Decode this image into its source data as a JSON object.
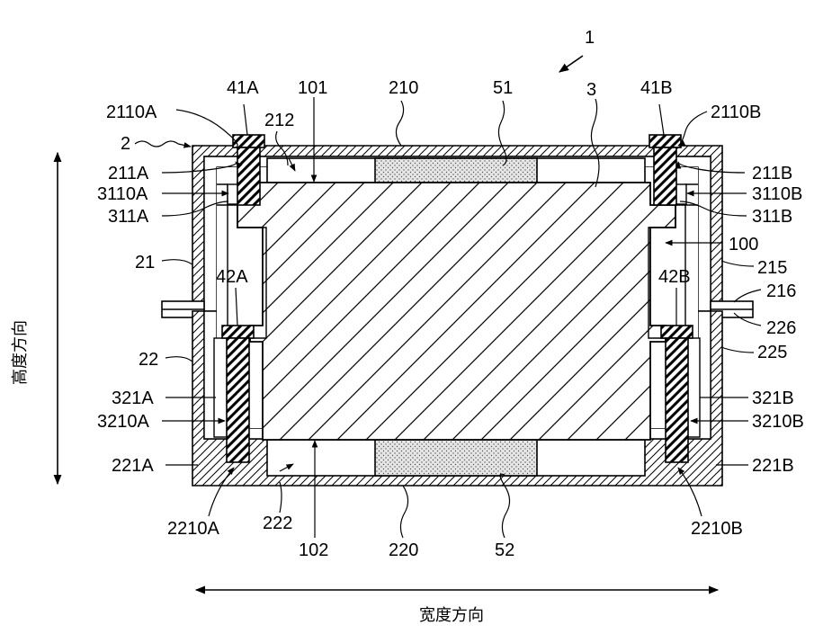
{
  "figure": {
    "labels": {
      "n1": "1",
      "n2": "2",
      "n3": "3",
      "l41A": "41A",
      "l41B": "41B",
      "l42A": "42A",
      "l42B": "42B",
      "l51": "51",
      "l52": "52",
      "l100": "100",
      "l101": "101",
      "l102": "102",
      "l21": "21",
      "l22": "22",
      "l210": "210",
      "l212": "212",
      "l215": "215",
      "l216": "216",
      "l220": "220",
      "l222": "222",
      "l225": "225",
      "l226": "226",
      "l211A": "211A",
      "l211B": "211B",
      "l221A": "221A",
      "l221B": "221B",
      "l311A": "311A",
      "l311B": "311B",
      "l321A": "321A",
      "l321B": "321B",
      "l2110A": "2110A",
      "l2110B": "2110B",
      "l2210A": "2210A",
      "l2210B": "2210B",
      "l3110A": "3110A",
      "l3110B": "3110B",
      "l3210A": "3210A",
      "l3210B": "3210B"
    },
    "axis_height": "高度方向",
    "axis_width": "宽度方向"
  }
}
